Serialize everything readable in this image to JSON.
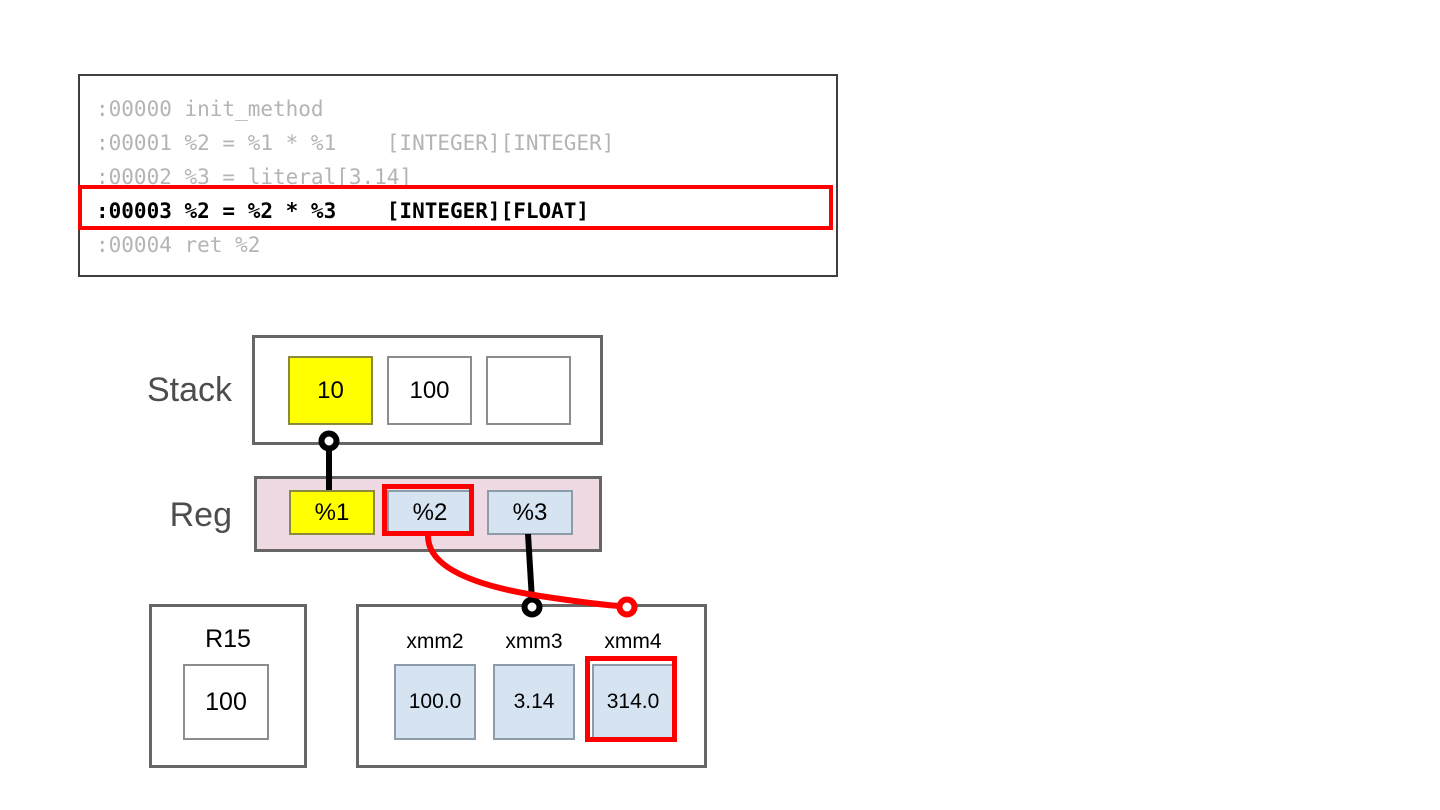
{
  "bytecode": {
    "lines": [
      {
        "text": ":00000 init_method",
        "active": false
      },
      {
        "text": ":00001 %2 = %1 * %1    [INTEGER][INTEGER]",
        "active": false
      },
      {
        "text": ":00002 %3 = literal[3.14]",
        "active": false
      },
      {
        "text": ":00003 %2 = %2 * %3    [INTEGER][FLOAT]",
        "active": true
      },
      {
        "text": ":00004 ret %2",
        "active": false
      }
    ],
    "active_index": 3,
    "dim_color": "#b4b4b4",
    "active_color": "#000000",
    "highlight_color": "#ff0000"
  },
  "labels": {
    "stack": "Stack",
    "reg": "Reg"
  },
  "stack": {
    "cells": [
      {
        "value": "10",
        "style": "yellow"
      },
      {
        "value": "100",
        "style": "white"
      },
      {
        "value": "",
        "style": "empty"
      }
    ]
  },
  "reg": {
    "background": "#efd9e2",
    "cells": [
      {
        "label": "%1",
        "style": "yellow",
        "highlighted": false
      },
      {
        "label": "%2",
        "style": "lightblue",
        "highlighted": true
      },
      {
        "label": "%3",
        "style": "lightblue",
        "highlighted": false
      }
    ]
  },
  "r15": {
    "label": "R15",
    "value": "100"
  },
  "xmm": {
    "registers": [
      {
        "label": "xmm2",
        "value": "100.0",
        "highlighted": false
      },
      {
        "label": "xmm3",
        "value": "3.14",
        "highlighted": false
      },
      {
        "label": "xmm4",
        "value": "314.0",
        "highlighted": true
      }
    ]
  },
  "colors": {
    "yellow": "#ffff00",
    "lightblue": "#d6e4f2",
    "pink": "#efd9e2",
    "red": "#ff0000",
    "black": "#000000",
    "gray_border": "#666666",
    "dim_text": "#b4b4b4"
  },
  "connectors": [
    {
      "name": "stack-to-reg-1",
      "color": "#000000",
      "from": "stack-cell-0",
      "to": "reg-cell-0"
    },
    {
      "name": "reg-3-to-xmm3",
      "color": "#000000",
      "from": "reg-cell-2",
      "to": "xmm3"
    },
    {
      "name": "reg-2-to-xmm4",
      "color": "#ff0000",
      "from": "reg-cell-1",
      "to": "xmm4"
    }
  ]
}
